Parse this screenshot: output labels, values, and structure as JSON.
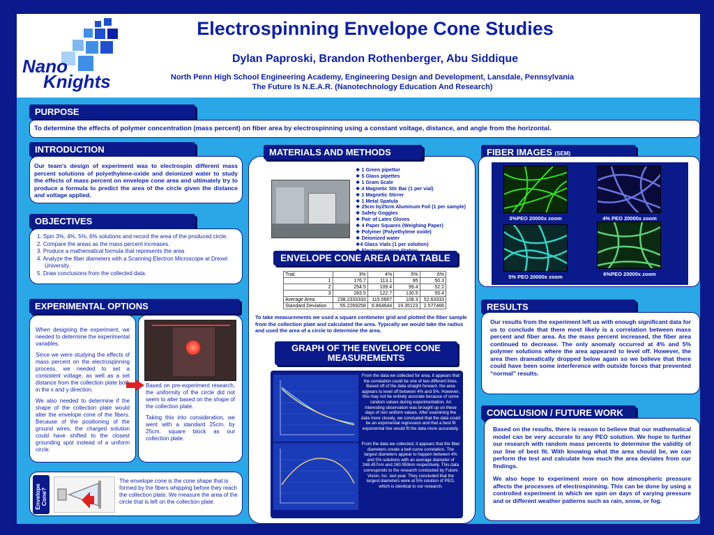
{
  "header": {
    "title": "Electrospinning Envelope Cone Studies",
    "authors": "Dylan Paproski, Brandon Rothenberger, Abu Siddique",
    "affiliation": "North Penn High School Engineering Academy, Engineering Design and Development, Lansdale, Pennsylvania",
    "tagline": "The Future Is N.E.A.R. (Nanotechnology Education And Research)",
    "logo_line1": "Nano",
    "logo_line2": "Knights"
  },
  "colors": {
    "navy": "#0b1a8a",
    "sky": "#2aa7e6",
    "text": "#0b1fa8",
    "border": "#0a1a8c"
  },
  "purpose": {
    "heading": "PURPOSE",
    "text": "To determine the effects of polymer concentration (mass percent) on fiber area by electrospinning using a constant voltage, distance, and angle from the horizontal."
  },
  "introduction": {
    "heading": "INTRODUCTION",
    "text": "Our team's design of experiment was to electrospin different mass percent solutions of polyethylene-oxide and deionized water to study the effects of mass percent on envelope cone area and ultimately try to produce a formula to predict the area of the circle given the distance and voltage applied."
  },
  "objectives": {
    "heading": "OBJECTIVES",
    "items": [
      "1.  Spin 3%, 4%, 5%, 6% solutions and record the area of the produced circle.",
      "2.  Compare the areas as the mass percent increases.",
      "3.  Produce a mathematical formula that represents the area",
      "4.  Analyze the fiber diameters with a Scanning Electron Microscope at Drexel University.",
      "5.  Draw conclusions from the collected data."
    ]
  },
  "experimental": {
    "heading": "EXPERIMENTAL OPTIONS",
    "left_p1": "When designing the experiment, we needed to determine the experimental variables.",
    "left_p2": "Since we were studying the effects of mass percent on the electrospinning process, we needed to set a consistent voltage, as well as a set distance from the collection plate both in the x and y direction.",
    "left_p3": "We also needed to determine if the shape of the collection plate would alter the envelope cone of the fibers. Because of the positioning of the ground wires, the charged solution could have shifted to the closest grounding spot instead of a uniform circle.",
    "right_p1": "Based on pre-experiment research, the uniformity of the circle did not seem to alter based on the shape of the collection plate.",
    "right_p2": "Taking this into consideration, we went with a standard 25cm. by 25cm. square block as our collection plate."
  },
  "envelope": {
    "side_label": "Envelope Cone?",
    "text": "The envelope cone is the cone shape that is formed by the fibers whipping before they reach the collection plate. We measure the area of the circle that is left on the collection plate."
  },
  "materials": {
    "heading": "MATERIALS AND METHODS",
    "items": [
      "1 Green pipettor",
      "5 Glass pipettes",
      "1 Gram Scale",
      "4 Magnetic Stir Bar (1 per vial)",
      "1 Magnetic Stirrer",
      "1 Metal Spatula",
      "25cm by25cm Aluminum Foil (1 per sample)",
      "Safety Goggles",
      "Pair of Latex Gloves",
      "4 Paper Squares (Weighing Paper)",
      "Polymer (Polyethylene oxide)",
      "Deionized water",
      "4 Glass Vials (1 per solution)",
      "Electrospinning Station"
    ]
  },
  "datatable": {
    "heading": "ENVELOPE CONE AREA DATA TABLE",
    "header": [
      "Trial",
      "3%",
      "4%",
      "5%",
      "6%"
    ],
    "rows": [
      [
        "1",
        "176.7",
        "113.1",
        "95",
        "50.3"
      ],
      [
        "2",
        "254.5",
        "109.4",
        "99.4",
        "52.2"
      ],
      [
        "3",
        "283.5",
        "122.7",
        "130.5",
        "55.4"
      ],
      [
        "Average Area",
        "238.2333333",
        "115.0667",
        "108.3",
        "52.63333"
      ],
      [
        "Standard Deviation",
        "55.2269258",
        "6.864644",
        "19.35123",
        "2.577466"
      ]
    ],
    "caption": "To take measurements we used a square centimeter grid and plotted the fiber sample from the collection plate and calculated the area. Typically we would take the radius and used the area of a circle to determine the area."
  },
  "graph": {
    "heading": "GRAPH OF THE ENVELOPE CONE MEASUREMENTS",
    "text1": "From the data we collected for area, it appears that the correlation could be one of two different lines. Based off of the data straight forward, the area appears to level off between 4% and 5%. However, this may not be entirely accurate because of some random values during experimentation. An interesting observation was brought up on these days of non uniform values. After examining the data more closely, we concluded that the data could be an exponential regression and that a best fit exponential line would fit the data more accurately.",
    "text2": "From the data we collected, it appears that the fiber diameters create a bell curve correlation. The largest diameters appear to happen between 4% and 5% solutions with an average diameter of 248.457nm and 260.959nm respectively. This data corresponds to the research conducted by Future Vision, Inc. last year. They concluded that the largest diameters were at 5% solution of PEO, which is identical to our research."
  },
  "fiber": {
    "heading": "FIBER IMAGES",
    "heading_sub": "(SEM)",
    "captions": [
      "3%PEO 20000x zoom",
      "4% PEO 20000x zoom",
      "5% PEO 20000x zoom",
      "6%PEO 20000x zoom"
    ]
  },
  "results": {
    "heading": "RESULTS",
    "text": "Our results from the experiment left us with enough significant data for us to conclude that there most likely is a correlation between mass percent and fiber area. As the mass percent increased, the fiber area continued to decrease. The only anomaly occurred at 4% and 5% polymer solutions where the area appeared to level off. However, the area then dramatically dropped below again so we believe that there could have been some interference with outside forces that prevented “normal” results."
  },
  "conclusion": {
    "heading": "CONCLUSION / FUTURE WORK",
    "p1": "Based on the results, there is reason to believe that our mathematical model can be very accurate to any PEO solution. We hope to further our research with random mass percents to determine the validity of our line of best fit. With knowing what the area should be, we can perform the test and calculate how much the area deviates from our findings.",
    "p2": "We also hope to experiment more on how atmospheric pressure affects the processes of electrospinning. This can be done by using a controlled experiment in which we spin on days of varying pressure and or different weather patterns such as rain, snow, or fog."
  }
}
